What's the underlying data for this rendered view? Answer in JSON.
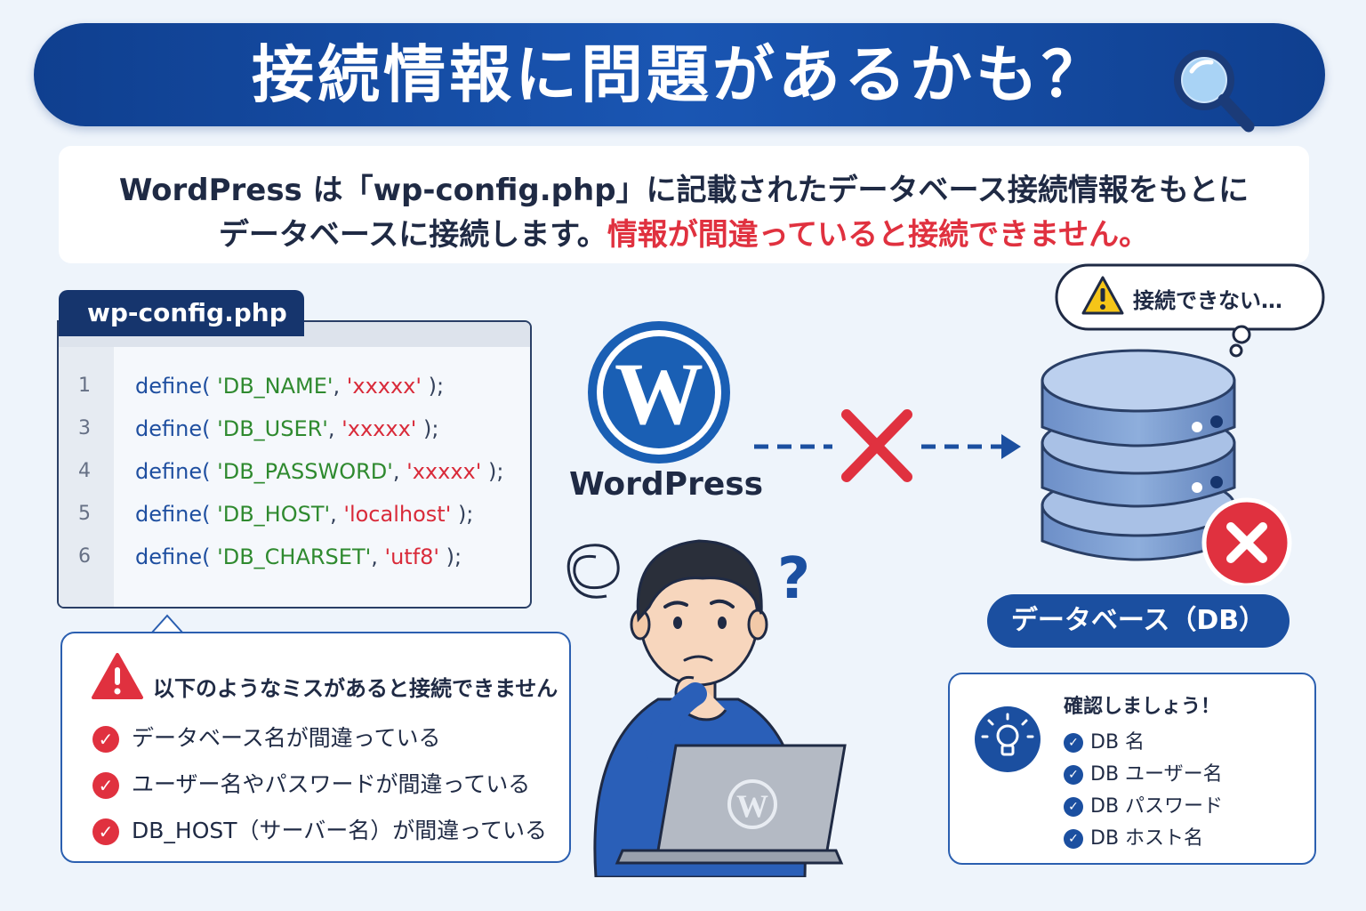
{
  "title": {
    "text": "接続情報に問題があるかも？"
  },
  "intro": {
    "line1": "WordPress は「wp-config.php」に記載されたデータベース接続情報をもとに",
    "line2_normal": "データベースに接続します。",
    "line2_highlight": "情報が間違っていると接続できません。"
  },
  "code_panel": {
    "filename": "wp-config.php",
    "lines": [
      {
        "num": "1",
        "fn": "define(",
        "key": "'DB_NAME'",
        "val": "'xxxxx'",
        "end": ");"
      },
      {
        "num": "3",
        "fn": "define(",
        "key": "'DB_USER'",
        "val": "'xxxxx'",
        "end": ");"
      },
      {
        "num": "4",
        "fn": "define(",
        "key": "'DB_PASSWORD'",
        "val": "'xxxxx'",
        "end": ");"
      },
      {
        "num": "5",
        "fn": "define(",
        "key": "'DB_HOST'",
        "val": "'localhost'",
        "end": ");"
      },
      {
        "num": "6",
        "fn": "define(",
        "key": "'DB_CHARSET'",
        "val": "'utf8'",
        "end": ");"
      }
    ]
  },
  "warning": {
    "title": "以下のようなミスがあると接続できません",
    "items": [
      "データベース名が間違っている",
      "ユーザー名やパスワードが間違っている",
      "DB_HOST（サーバー名）が間違っている"
    ],
    "check_glyph": "✓"
  },
  "wordpress": {
    "label": "WordPress"
  },
  "database": {
    "label": "データベース（DB）",
    "bubble": "接続できない…"
  },
  "checklist": {
    "title": "確認しましょう！",
    "items": [
      "DB 名",
      "DB ユーザー名",
      "DB パスワード",
      "DB ホスト名"
    ],
    "check_glyph": "✓"
  },
  "colors": {
    "brand": "#1b4fa0",
    "error": "#e0313f",
    "background": "#eef4fb"
  },
  "icons": [
    "magnifier-icon",
    "wordpress-logo-icon",
    "cross-icon",
    "database-icon",
    "warning-icon",
    "lightbulb-icon",
    "question-mark-icon",
    "confused-swirl-icon"
  ]
}
